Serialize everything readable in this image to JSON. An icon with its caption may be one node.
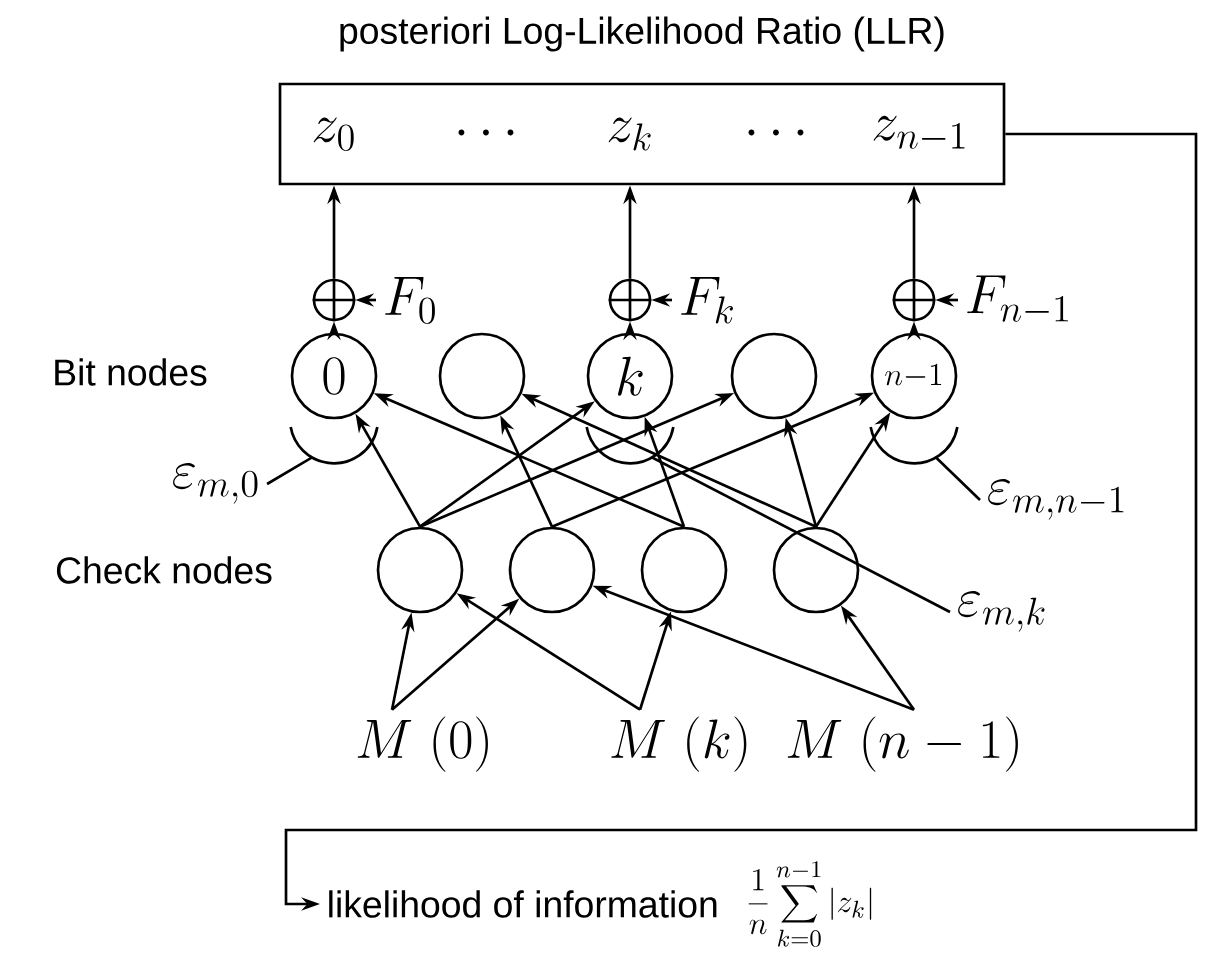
{
  "diagram": {
    "nodes": [
      {
        "text": [
          "posteriori Log-Likelihood Ratio (LLR)",
          "z_0",
          "\\cdots",
          "z_k",
          "\\cdots",
          "z_{n-1}"
        ]
      },
      {
        "text": [],
        "shape": "circle"
      },
      {
        "text": [],
        "shape": "circle"
      },
      {
        "text": [],
        "shape": "circle"
      },
      {
        "text": [
          "F_0"
        ]
      },
      {
        "text": [
          "F_k"
        ]
      },
      {
        "text": [
          "F_{n-1}"
        ]
      },
      {
        "text": [
          "0"
        ]
      },
      {
        "text": [],
        "shape": "circle"
      },
      {
        "text": [
          "k"
        ]
      },
      {
        "text": [],
        "shape": "circle"
      },
      {
        "text": [
          "n{-}1"
        ]
      },
      {
        "text": [],
        "shape": "circle"
      },
      {
        "text": [],
        "shape": "circle"
      },
      {
        "text": [],
        "shape": "circle"
      },
      {
        "text": [],
        "shape": "circle"
      },
      {
        "text": [
          "M\\;(0)"
        ]
      },
      {
        "text": [
          "M\\;(k)"
        ]
      },
      {
        "text": [
          "M\\;(n-1)"
        ]
      },
      {
        "text": [
          "\\varepsilon_{m,0}"
        ]
      },
      {
        "text": [
          "\\varepsilon_{m,n-1}"
        ]
      },
      {
        "text": [
          "\\varepsilon_{m,k}"
        ]
      },
      {
        "text": [
          "likelihood of information",
          "\\frac{1}{n}\\sum_{k=0}^{n-1}\\left|z_k\\right|"
        ]
      }
    ],
    "edges": [
      {
        "from": 1,
        "to": 0,
        "arrow": "to"
      },
      {
        "from": 2,
        "to": 0,
        "arrow": "to"
      },
      {
        "from": 3,
        "to": 0,
        "arrow": "to"
      },
      {
        "from": 4,
        "to": 1,
        "arrow": "to"
      },
      {
        "from": 5,
        "to": 2,
        "arrow": "to"
      },
      {
        "from": 6,
        "to": 3,
        "arrow": "to"
      },
      {
        "from": 7,
        "to": 1,
        "arrow": "to"
      },
      {
        "from": 9,
        "to": 2,
        "arrow": "to"
      },
      {
        "from": 11,
        "to": 3,
        "arrow": "to"
      },
      {
        "from": 12,
        "to": 7,
        "arrow": "to"
      },
      {
        "from": 12,
        "to": 9,
        "arrow": "to"
      },
      {
        "from": 12,
        "to": 10,
        "arrow": "to"
      },
      {
        "from": 13,
        "to": 8,
        "arrow": "to"
      },
      {
        "from": 13,
        "to": 11,
        "arrow": "to"
      },
      {
        "from": 14,
        "to": 7,
        "arrow": "to"
      },
      {
        "from": 14,
        "to": 9,
        "arrow": "to"
      },
      {
        "from": 15,
        "to": 8,
        "arrow": "to"
      },
      {
        "from": 15,
        "to": 10,
        "arrow": "to"
      },
      {
        "from": 15,
        "to": 11,
        "arrow": "to"
      },
      {
        "from": 16,
        "to": 12,
        "arrow": "to"
      },
      {
        "from": 16,
        "to": 13,
        "arrow": "to"
      },
      {
        "from": 17,
        "to": 12,
        "arrow": "to"
      },
      {
        "from": 17,
        "to": 14,
        "arrow": "to"
      },
      {
        "from": 18,
        "to": 13,
        "arrow": "to"
      },
      {
        "from": 18,
        "to": 15,
        "arrow": "to"
      },
      {
        "from": 19,
        "to": 7,
        "arrow": "none"
      },
      {
        "from": 20,
        "to": 11,
        "arrow": "none"
      },
      {
        "from": 21,
        "to": 9,
        "arrow": "none"
      },
      {
        "from": 0,
        "to": 22,
        "arrow": "to"
      }
    ],
    "labels": [
      "Bit nodes",
      "Check nodes"
    ]
  }
}
